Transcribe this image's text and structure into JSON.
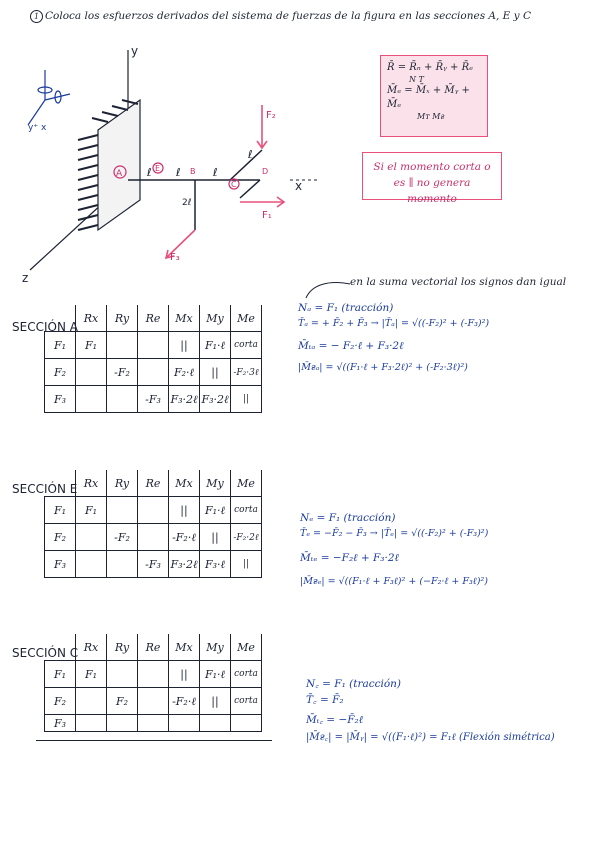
{
  "title": {
    "number": "1",
    "text": "Coloca los esfuerzos derivados del sistema de fuerzas de la figura en las secciones A, E y C"
  },
  "diagram": {
    "axis_y": "y",
    "axis_x": "x",
    "axis_z": "z",
    "point_a": "A",
    "point_e": "E",
    "point_b": "B",
    "point_c": "C",
    "point_d": "D",
    "len_l1": "ℓ",
    "len_l2": "ℓ",
    "len_l3": "ℓ",
    "len_l4": "ℓ",
    "len_2l": "2ℓ",
    "force_f1": "F₁",
    "force_f2": "F₂",
    "force_f3": "F₃",
    "mini_axes": "y⁺ x"
  },
  "formula_box": {
    "line1": "R̄ = R̄ₙ + R̄ᵧ + R̄ₑ",
    "line1_sub": "N        T",
    "line2": "M̄ₑ = M̄ₓ + M̄ᵧ + M̄ₑ",
    "line2_sub": "Mᴛ       Mғ"
  },
  "note_box": {
    "line1": "Si el momento corta o",
    "line2": "es ∥ no genera momento"
  },
  "annotation_top": "en la suma vectorial los signos dan igual",
  "column_headers": [
    "Rx",
    "Ry",
    "Re",
    "Mx",
    "My",
    "Me"
  ],
  "sections": [
    {
      "label": "SECCIÓN A",
      "rows": [
        {
          "force": "F₁",
          "cells": [
            "F₁",
            "",
            "",
            "||",
            "F₁·ℓ",
            "corta"
          ]
        },
        {
          "force": "F₂",
          "cells": [
            "",
            "-F₂",
            "",
            "F₂·ℓ",
            "||",
            "-F₂·3ℓ"
          ]
        },
        {
          "force": "F₃",
          "cells": [
            "",
            "",
            "-F₃",
            "F₃·2ℓ",
            "F₃·2ℓ",
            "||"
          ]
        }
      ],
      "equations": [
        "Nₐ = F₁ (tracción)",
        "T̄ₐ = + F̄₂ + F̄₃  →  |T̄ₐ| = √((-F₂)² + (-F₃)²)",
        "M̄ₜₐ = − F₂·ℓ + F₃·2ℓ",
        "|M̄ғₐ| = √((F₁·ℓ + F₃·2ℓ)² + (-F₂·3ℓ)²)"
      ]
    },
    {
      "label": "SECCIÓN E",
      "rows": [
        {
          "force": "F₁",
          "cells": [
            "F₁",
            "",
            "",
            "||",
            "F₁·ℓ",
            "corta"
          ]
        },
        {
          "force": "F₂",
          "cells": [
            "",
            "-F₂",
            "",
            "-F₂·ℓ",
            "||",
            "-F₂·2ℓ"
          ]
        },
        {
          "force": "F₃",
          "cells": [
            "",
            "",
            "-F₃",
            "F₃·2ℓ",
            "F₃·ℓ",
            "||"
          ]
        }
      ],
      "equations": [
        "Nₑ = F₁ (tracción)",
        "T̄ₑ = −F̄₂ − F̄₃  →  |T̄ₑ| = √((-F₂)² + (-F₃)²)",
        "M̄ₜₑ = −F₂ℓ + F₃·2ℓ",
        "|M̄ғₑ| = √((F₁·ℓ + F₃ℓ)² + (−F₂·ℓ + F₃ℓ)²)"
      ]
    },
    {
      "label": "SECCIÓN C",
      "rows": [
        {
          "force": "F₁",
          "cells": [
            "F₁",
            "",
            "",
            "||",
            "F₁·ℓ",
            "corta"
          ]
        },
        {
          "force": "F₂",
          "cells": [
            "",
            "F₂",
            "",
            "-F₂·ℓ",
            "||",
            "corta"
          ]
        },
        {
          "force": "F₃",
          "cells": [
            "",
            "",
            "",
            "",
            "",
            ""
          ]
        }
      ],
      "equations": [
        "N꜀ = F₁ (tracción)",
        "T̄꜀ = F̄₂",
        "M̄ₜ꜀ = −F̄₂ℓ",
        "|M̄ғ꜀| = |M̄ᵧ| = √((F₁·ℓ)²) = F₁ℓ  (Flexión simétrica)"
      ]
    }
  ]
}
